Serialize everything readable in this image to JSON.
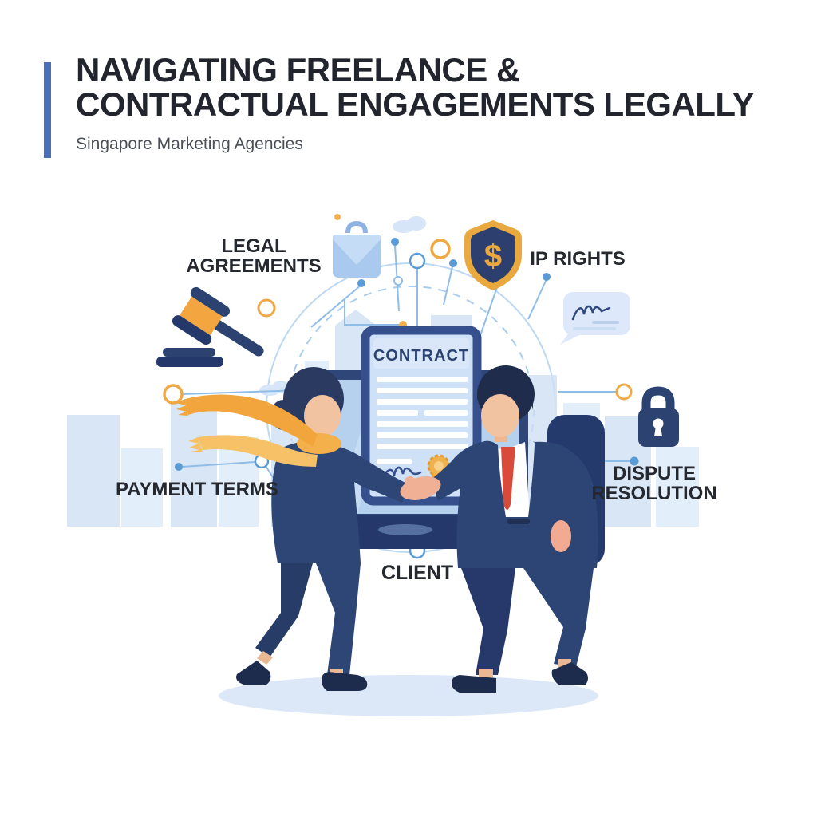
{
  "header": {
    "title_line1": "NAVIGATING FREELANCE &",
    "title_line2": "CONTRACTUAL ENGAGEMENTS LEGALLY",
    "subtitle": "Singapore Marketing Agencies",
    "accent_color": "#4a70b8"
  },
  "diagram": {
    "contract_label": "CONTRACT",
    "shield_symbol": "$",
    "labels": {
      "legal_agreements_1": "LEGAL",
      "legal_agreements_2": "AGREEMENTS",
      "ip_rights": "IP RIGHTS",
      "payment_terms": "PAYMENT TERMS",
      "dispute_resolution_1": "DISPUTE",
      "dispute_resolution_2": "RESOLUTION",
      "client": "CLIENT"
    },
    "icons": [
      "gavel-icon",
      "briefcase-icon",
      "shield-dollar-icon",
      "signature-note-icon",
      "padlock-icon",
      "contract-document",
      "handshake",
      "city-skyline"
    ],
    "colors": {
      "navy": "#2d4575",
      "navy_dark": "#24386b",
      "gold": "#f0a843",
      "gold_light": "#f7c267",
      "tie_red": "#d84b3a",
      "panel_blue": "#cfe2f6",
      "line_blue": "#8fbde8",
      "node_blue": "#5b9bd5",
      "text_dark": "#25282e",
      "shadow_blue": "#dce8f7"
    }
  }
}
